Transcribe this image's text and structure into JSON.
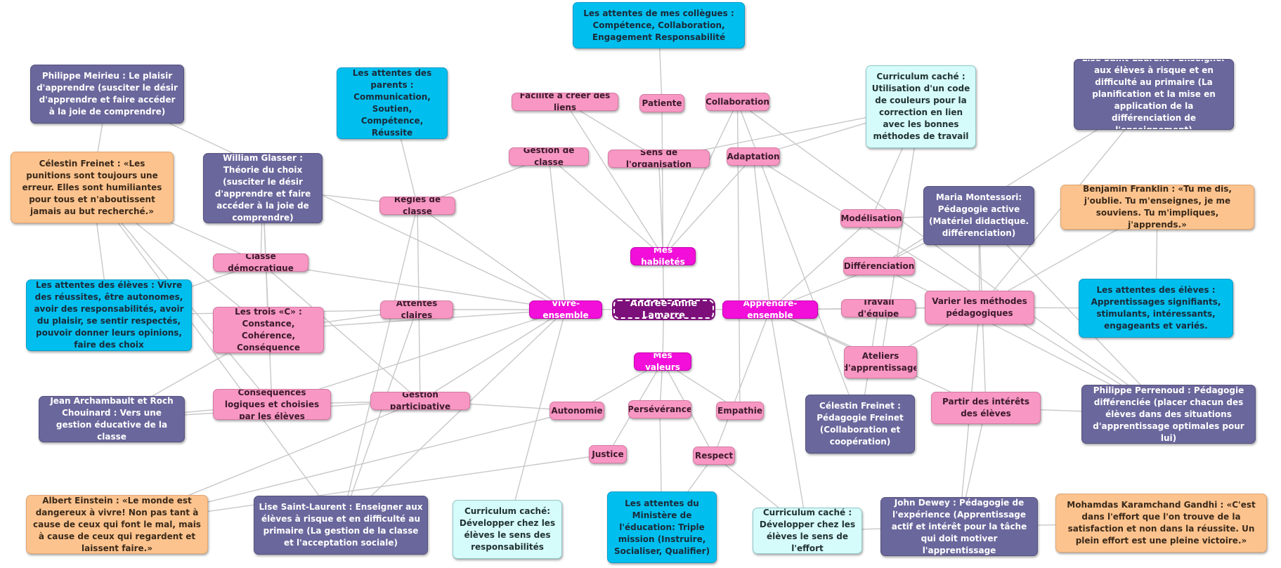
{
  "center": "Andrée-Anne Lamarre",
  "branches": {
    "vivre": "Vivre-ensemble",
    "apprendre": "Apprendre-ensemble",
    "habiletes": "Mes habiletés",
    "valeurs": "Mes valeurs"
  },
  "habiletes_items": {
    "facilite": "Facilité à créer des liens",
    "patiente": "Patiente",
    "collaboration": "Collaboration",
    "gestion_classe": "Gestion de classe",
    "organisation": "Sens de l'organisation",
    "adaptation": "Adaptation"
  },
  "valeurs_items": {
    "autonomie": "Autonomie",
    "perseverance": "Persévérance",
    "empathie": "Empathie",
    "justice": "Justice",
    "respect": "Respect"
  },
  "vivre_items": {
    "regles": "Règles de classe",
    "classe_democratique": "Classe démocratique",
    "attentes_claires": "Attentes claires",
    "trois_c": "Les trois «C» : Constance, Cohérence, Conséquence",
    "consequences": "Conséquences logiques et choisies par les élèves",
    "gestion_participative": "Gestion participative"
  },
  "apprendre_items": {
    "modelisation": "Modélisation",
    "differenciation": "Différenciation",
    "travail_equipe": "Travail d'équipe",
    "varier": "Varier les méthodes pédagogiques",
    "ateliers": "Ateliers d'apprentissage",
    "interets": "Partir des intérêts des élèves"
  },
  "sources": {
    "collegues": "Les attentes de mes collègues : Compétence, Collaboration, Engagement Responsabilité",
    "parents": "Les attentes des parents : Communication, Soutien, Compétence, Réussite",
    "meirieu": "Philippe Meirieu : Le plaisir d'apprendre (susciter le désir d'apprendre et faire accéder à la joie de comprendre)",
    "freinet_punitions": "Célestin Freinet : «Les punitions sont toujours une erreur. Elles sont humiliantes pour tous et n'aboutissent jamais au but recherché.»",
    "glasser": "William Glasser : Théorie du choix (susciter le désir d'apprendre et faire accéder à la joie de comprendre)",
    "eleves_vivre": "Les attentes des élèves : Vivre des réussites, être autonomes, avoir des responsabilités, avoir du plaisir, se sentir respectés, pouvoir donner leurs opinions, faire des choix",
    "archambault": "Jean Archambault et Roch Chouinard : Vers une gestion éducative de la classe",
    "einstein": "Albert Einstein : «Le monde est dangereux à vivre! Non pas tant à cause de ceux qui font le mal, mais à cause de ceux qui regardent et laissent faire.»",
    "stlaurent_gestion": "Lise Saint-Laurent : Enseigner aux élèves à risque et en difficulté au primaire (La gestion de la classe et l'acceptation sociale)",
    "cache_responsabilites": "Curriculum caché: Développer chez les élèves le sens des responsabilités",
    "ministere": "Les attentes du Ministère de l'éducation: Triple mission (Instruire, Socialiser, Qualifier)",
    "cache_effort": "Curriculum caché : Développer chez les élèves le sens de l'effort",
    "dewey": "John Dewey : Pédagogie de l'expérience (Apprentissage actif et intérêt pour la tâche qui doit motiver l'apprentissage",
    "gandhi": "Mohamdas Karamchand Gandhi : «C'est dans l'effort que l'on trouve de la satisfaction et non dans la réussite. Un plein effort est une pleine victoire.»",
    "freinet_pedagogie": "Célestin Freinet : Pédagogie Freinet (Collaboration et coopération)",
    "perrenoud": "Philippe Perrenoud : Pédagogie différenciée (placer chacun  des élèves dans des situations d'apprentissage optimales pour lui)",
    "eleves_apprendre": "Les attentes des élèves : Apprentissages signifiants, stimulants, intéressants, engageants et variés.",
    "franklin": "Benjamin Franklin : «Tu me dis, j'oublie. Tu m'enseignes, je me souviens. Tu m'impliques, j'apprends.»",
    "montessori": "Maria Montessori: Pédagogie active (Matériel didactique. différenciation)",
    "cache_couleurs": "Curriculum caché : Utilisation d'un code de couleurs pour la correction en lien avec les bonnes méthodes de travail",
    "stlaurent_planif": "Lise Saint-Laurent : Enseigner aux élèves à risque et en difficulté au primaire (La planification et la mise en application de la différenciation de l'enseignement)"
  },
  "colors": {
    "source_blue": "#00bfee",
    "author_navy": "#6a679c",
    "quote_orange": "#fdc38e",
    "concept_pink": "#f897c3",
    "branch_magenta": "#f20fd9",
    "hidden_mint": "#d6fbfb",
    "center_purple": "#7c0f7a",
    "link_gray": "#c8c8c8"
  }
}
